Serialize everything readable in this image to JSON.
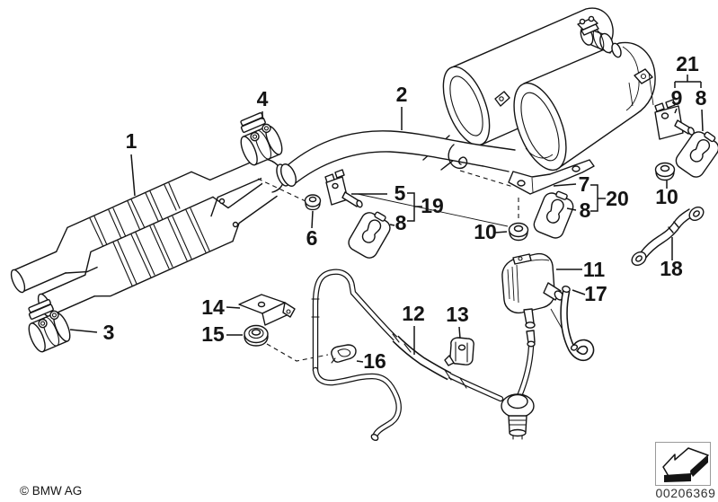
{
  "page": {
    "background_color": "#ffffff",
    "ink_color": "#141414",
    "diagram_kind": "exploded-parts-diagram"
  },
  "callouts": [
    {
      "id": "callout-1",
      "label": "1"
    },
    {
      "id": "callout-2",
      "label": "2"
    },
    {
      "id": "callout-3",
      "label": "3"
    },
    {
      "id": "callout-4",
      "label": "4"
    },
    {
      "id": "callout-5",
      "label": "5"
    },
    {
      "id": "callout-6",
      "label": "6"
    },
    {
      "id": "callout-7",
      "label": "7"
    },
    {
      "id": "callout-8-left",
      "label": "8"
    },
    {
      "id": "callout-8-center",
      "label": "8"
    },
    {
      "id": "callout-8-right",
      "label": "8"
    },
    {
      "id": "callout-9",
      "label": "9"
    },
    {
      "id": "callout-10-center",
      "label": "10"
    },
    {
      "id": "callout-10-right",
      "label": "10"
    },
    {
      "id": "callout-11",
      "label": "11"
    },
    {
      "id": "callout-12",
      "label": "12"
    },
    {
      "id": "callout-13",
      "label": "13"
    },
    {
      "id": "callout-14",
      "label": "14"
    },
    {
      "id": "callout-15",
      "label": "15"
    },
    {
      "id": "callout-16",
      "label": "16"
    },
    {
      "id": "callout-17",
      "label": "17"
    },
    {
      "id": "callout-18",
      "label": "18"
    },
    {
      "id": "callout-19",
      "label": "19"
    },
    {
      "id": "callout-20",
      "label": "20"
    },
    {
      "id": "callout-21",
      "label": "21"
    }
  ],
  "footer": {
    "copyright": "© BMW AG",
    "image_number": "00206369",
    "icon": "page-flip-arrow-icon"
  }
}
